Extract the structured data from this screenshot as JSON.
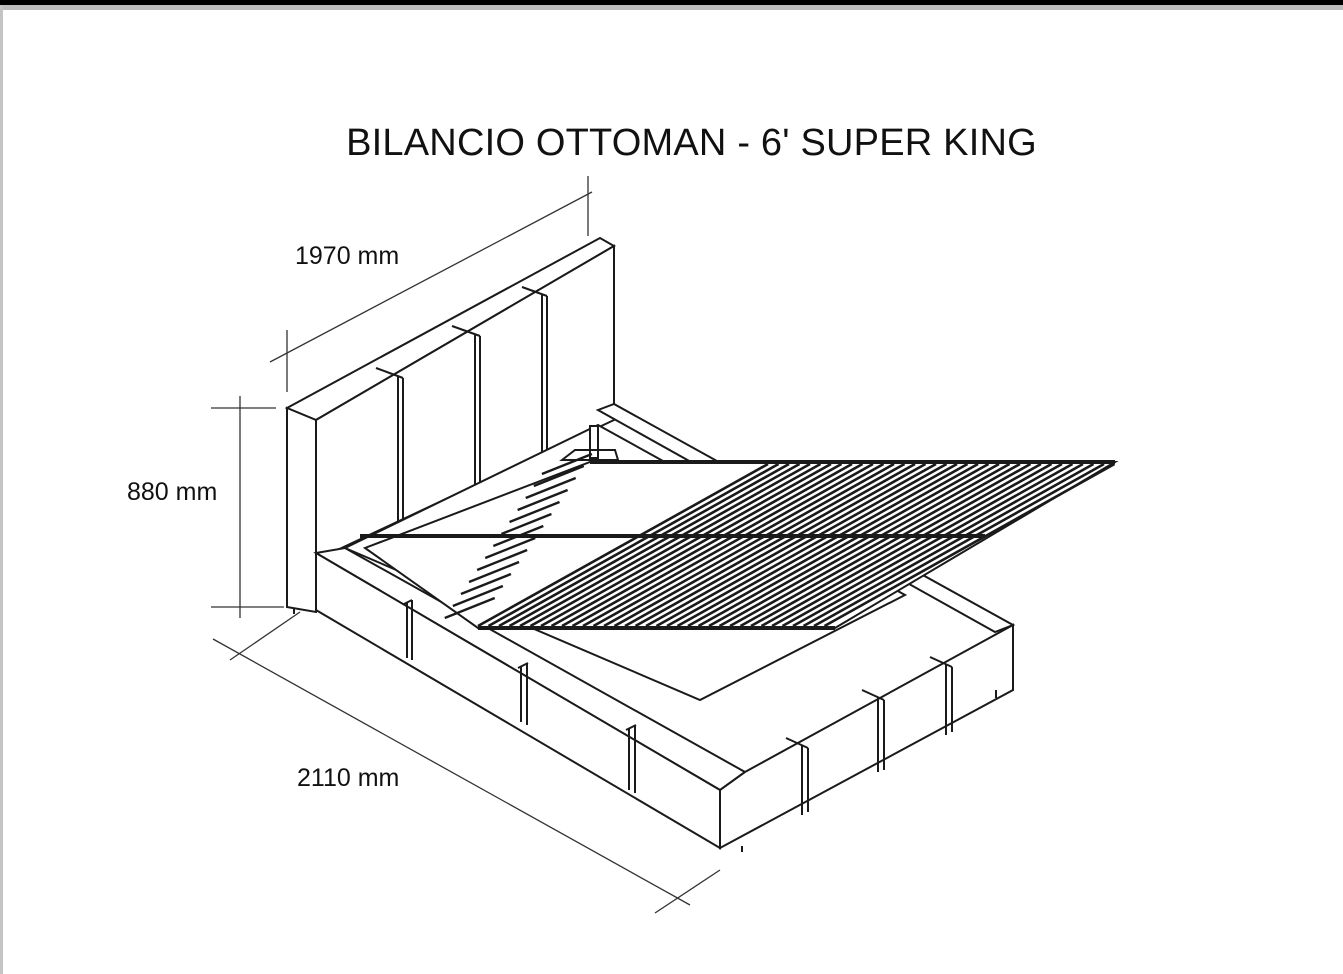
{
  "title": "BILANCIO OTTOMAN -  6' SUPER KING",
  "dimensions": {
    "width": "1970 mm",
    "height": "880 mm",
    "length": "2110 mm"
  }
}
